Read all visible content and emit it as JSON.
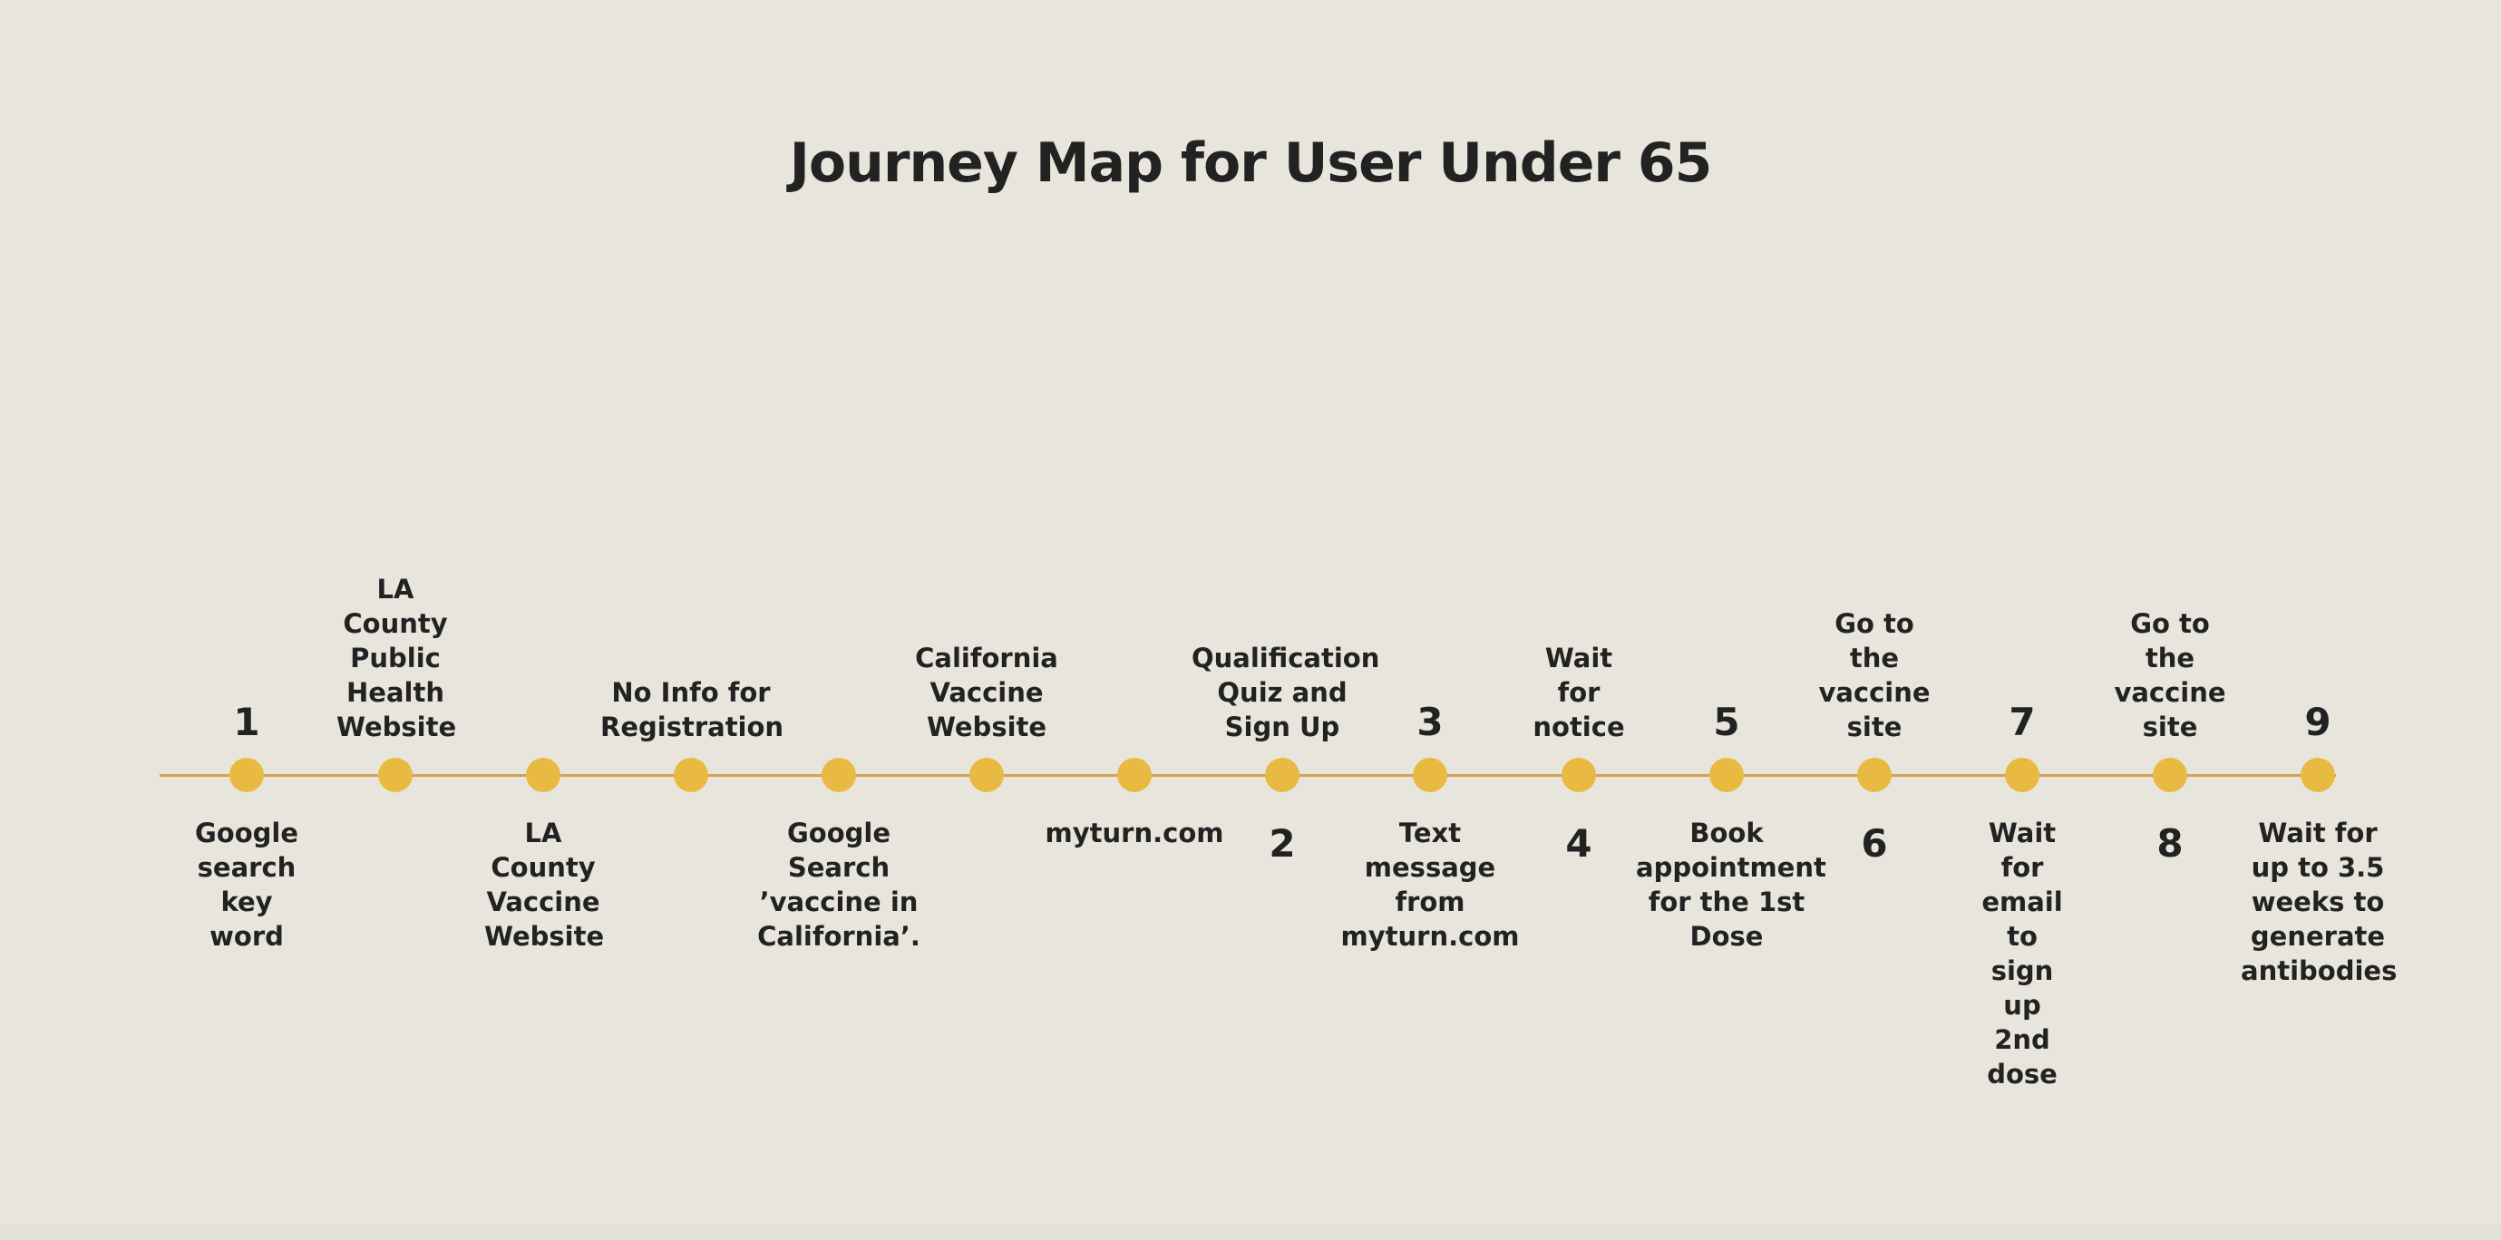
{
  "title": "Journey Map for User Under 65",
  "colors": {
    "background": "#e8e6dc",
    "line": "#d3a154",
    "dot": "#e8ba42",
    "text": "#222222"
  },
  "steps": [
    {
      "number": "1",
      "above": "",
      "below": "Google search key word"
    },
    {
      "number": "",
      "above": "LA County Public Health Website",
      "below": ""
    },
    {
      "number": "",
      "above": "",
      "below": "LA County Vaccine Website"
    },
    {
      "number": "",
      "above": "No Info for Registration",
      "below": ""
    },
    {
      "number": "",
      "above": "",
      "below": "Google Search ’vaccine in California’."
    },
    {
      "number": "",
      "above": "California Vaccine Website",
      "below": ""
    },
    {
      "number": "",
      "above": "",
      "below": "myturn.com"
    },
    {
      "number": "2",
      "above": "Qualification Quiz and Sign Up",
      "below": ""
    },
    {
      "number": "3",
      "above": "",
      "below": "Text message from myturn.com"
    },
    {
      "number": "4",
      "above": "Wait for notice",
      "below": ""
    },
    {
      "number": "5",
      "above": "",
      "below": "Book appointment for the 1st Dose"
    },
    {
      "number": "6",
      "above": "Go to the vaccine site",
      "below": ""
    },
    {
      "number": "7",
      "above": "",
      "below": "Wait for email to sign up 2nd dose"
    },
    {
      "number": "8",
      "above": "Go to the vaccine site",
      "below": ""
    },
    {
      "number": "9",
      "above": "",
      "below": "Wait for up to 3.5 weeks to generate antibodies"
    }
  ]
}
